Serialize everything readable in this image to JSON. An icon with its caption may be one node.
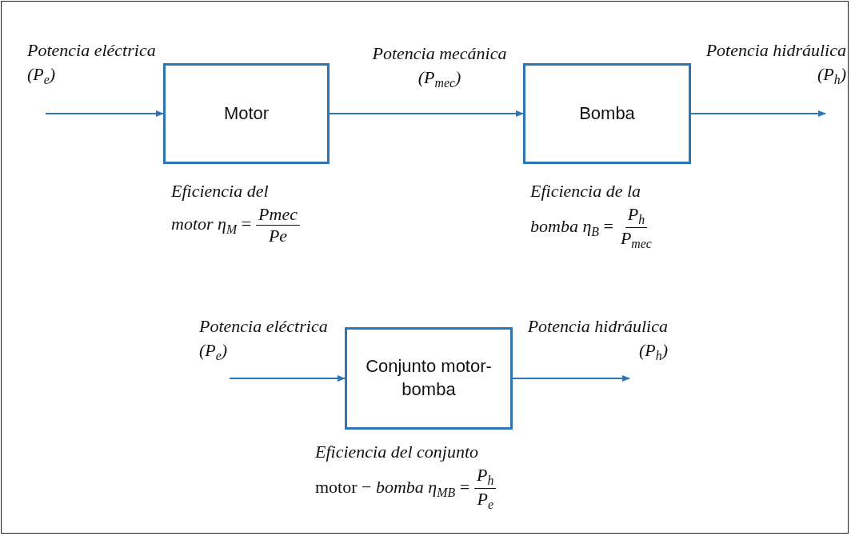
{
  "diagram": {
    "nodes": [
      {
        "text": [
          "Motor"
        ],
        "beside": [
          "Eficiencia del",
          "*motor η*$_{M}$ =",
          "Pmec",
          "Pe"
        ]
      },
      {
        "text": [
          "Bomba"
        ],
        "beside": [
          "Eficiencia de la",
          "*bomba η*$_{B}$ =",
          "P$_{h}$",
          "P$_{mec}$"
        ]
      },
      {
        "text": [
          "Conjunto motor-bomba"
        ],
        "beside": [
          "Eficiencia del conjunto",
          "motor − *bomba η*$_{MB}$ =",
          "P$_{h}$",
          "P$_{e}$"
        ]
      }
    ],
    "edges": [
      {
        "from": null,
        "to": 0,
        "arrow": "to",
        "label": "Potencia eléctrica (P$_{e}$)"
      },
      {
        "from": 0,
        "to": 1,
        "arrow": "to",
        "label": "Potencia mecánica (P$_{mec}$)"
      },
      {
        "from": 1,
        "to": null,
        "arrow": "to",
        "label": "Potencia hidráulica (P$_{h}$)"
      },
      {
        "from": null,
        "to": 2,
        "arrow": "to",
        "label": "Potencia eléctrica (P$_{e}$)"
      },
      {
        "from": 2,
        "to": null,
        "arrow": "to",
        "label": "Potencia hidráulica (P$_{h}$)"
      }
    ]
  }
}
